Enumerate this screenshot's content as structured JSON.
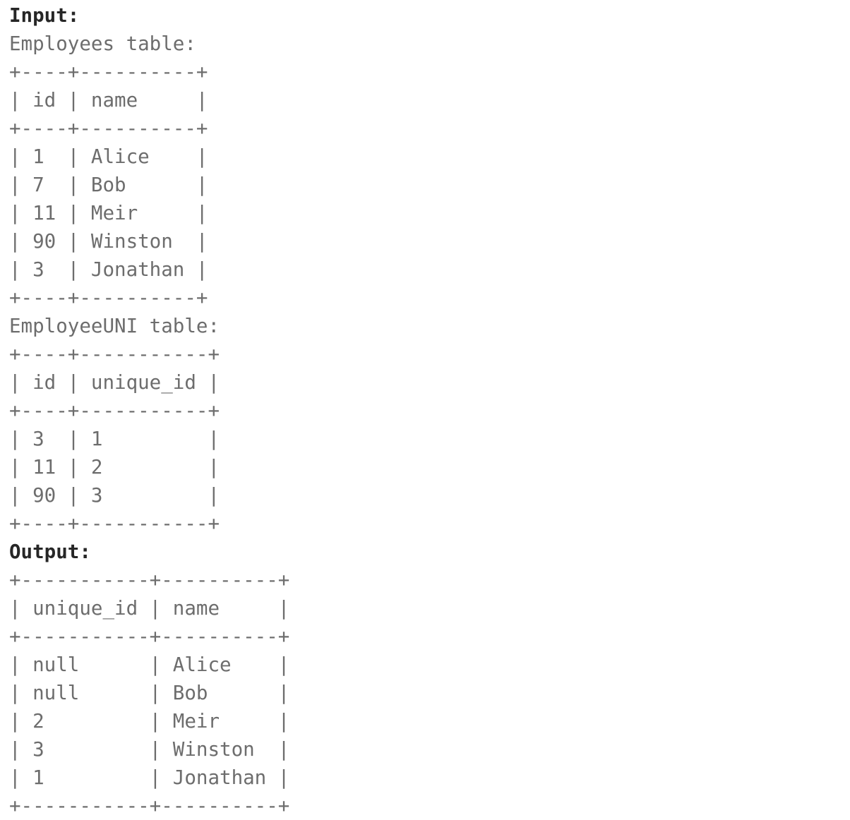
{
  "document": {
    "type": "sql-problem-example",
    "background_color": "#ffffff",
    "body_text_color": "#6d6d6d",
    "heading_text_color": "#262626"
  },
  "input_section": {
    "heading": "Input:",
    "employees": {
      "caption": "Employees table:",
      "border": "+----+----------+",
      "header_row": "| id | name     |",
      "columns": [
        "id",
        "name"
      ],
      "rows": [
        {
          "line": "| 1  | Alice    |",
          "id": "1",
          "name": "Alice"
        },
        {
          "line": "| 7  | Bob      |",
          "id": "7",
          "name": "Bob"
        },
        {
          "line": "| 11 | Meir     |",
          "id": "11",
          "name": "Meir"
        },
        {
          "line": "| 90 | Winston  |",
          "id": "90",
          "name": "Winston"
        },
        {
          "line": "| 3  | Jonathan |",
          "id": "3",
          "name": "Jonathan"
        }
      ]
    },
    "employee_uni": {
      "caption": "EmployeeUNI table:",
      "border": "+----+-----------+",
      "header_row": "| id | unique_id |",
      "columns": [
        "id",
        "unique_id"
      ],
      "rows": [
        {
          "line": "| 3  | 1         |",
          "id": "3",
          "unique_id": "1"
        },
        {
          "line": "| 11 | 2         |",
          "id": "11",
          "unique_id": "2"
        },
        {
          "line": "| 90 | 3         |",
          "id": "90",
          "unique_id": "3"
        }
      ]
    }
  },
  "output_section": {
    "heading": "Output:",
    "result": {
      "border": "+-----------+----------+",
      "header_row": "| unique_id | name     |",
      "columns": [
        "unique_id",
        "name"
      ],
      "rows": [
        {
          "line": "| null      | Alice    |",
          "unique_id": "null",
          "name": "Alice"
        },
        {
          "line": "| null      | Bob      |",
          "unique_id": "null",
          "name": "Bob"
        },
        {
          "line": "| 2         | Meir     |",
          "unique_id": "2",
          "name": "Meir"
        },
        {
          "line": "| 3         | Winston  |",
          "unique_id": "3",
          "name": "Winston"
        },
        {
          "line": "| 1         | Jonathan |",
          "unique_id": "1",
          "name": "Jonathan"
        }
      ]
    }
  }
}
